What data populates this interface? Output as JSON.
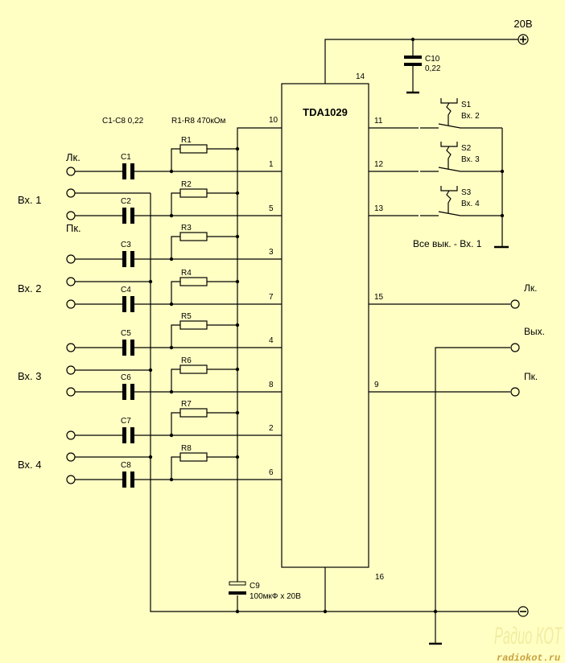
{
  "colors": {
    "background": "#ffffc4",
    "wire": "#000000"
  },
  "ic": {
    "name": "TDA1029",
    "pin_top": "14",
    "pin_bottom": "16"
  },
  "supply": {
    "positive": "20В",
    "positive_icon": "plus-terminal",
    "negative_icon": "minus-terminal"
  },
  "c10": {
    "name": "C10",
    "value": "0,22"
  },
  "c9": {
    "name": "C9",
    "value": "100мкФ x 20В"
  },
  "notes": {
    "caps": "C1-C8 0,22",
    "resistors": "R1-R8 470кОм",
    "switch_note": "Все вык. - Вх. 1"
  },
  "left_pins": [
    "10",
    "1",
    "5",
    "3",
    "7",
    "4",
    "8",
    "2",
    "6"
  ],
  "channels": [
    {
      "cap": "C1",
      "res": "R1",
      "pin": "1"
    },
    {
      "cap": "C2",
      "res": "R2",
      "pin": "5"
    },
    {
      "cap": "C3",
      "res": "R3",
      "pin": "3"
    },
    {
      "cap": "C4",
      "res": "R4",
      "pin": "7"
    },
    {
      "cap": "C5",
      "res": "R5",
      "pin": "4"
    },
    {
      "cap": "C6",
      "res": "R6",
      "pin": "8"
    },
    {
      "cap": "C7",
      "res": "R7",
      "pin": "2"
    },
    {
      "cap": "C8",
      "res": "R8",
      "pin": "6"
    }
  ],
  "inputs": [
    "Вх. 1",
    "Вх. 2",
    "Вх. 3",
    "Вх. 4"
  ],
  "input_lr": {
    "left": "Лк.",
    "right": "Пк."
  },
  "switches": [
    {
      "name": "S1",
      "label": "Вх. 2",
      "pin": "11"
    },
    {
      "name": "S2",
      "label": "Вх. 3",
      "pin": "12"
    },
    {
      "name": "S3",
      "label": "Вх. 4",
      "pin": "13"
    }
  ],
  "outputs": {
    "left": "Лк.",
    "left_pin": "15",
    "out": "Вых.",
    "right": "Пк.",
    "right_pin": "9"
  },
  "logo": {
    "title": "Радио КОТ",
    "url": "radiokot.ru"
  }
}
